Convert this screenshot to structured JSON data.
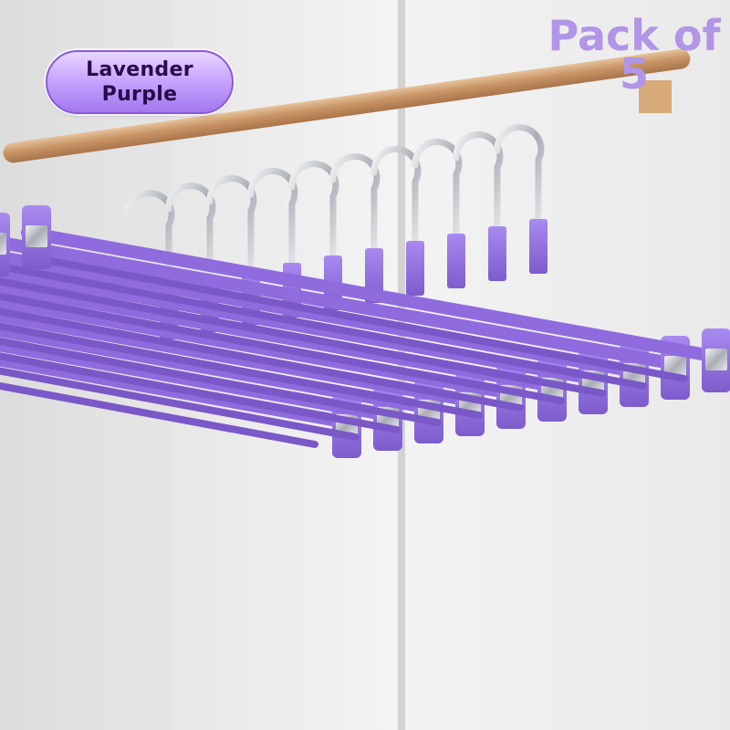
{
  "badge": {
    "line1": "Lavender",
    "line2": "Purple",
    "color": "#b48af0"
  },
  "quantity": {
    "line1": "Pack of",
    "line2": "5",
    "color": "#b195e6"
  },
  "scene": {
    "subject": "lavender-purple-clip-hanger",
    "hanger_color": "#8f6bde",
    "rail_color": "#c89a70",
    "hook_color": "#c8ccd2"
  }
}
